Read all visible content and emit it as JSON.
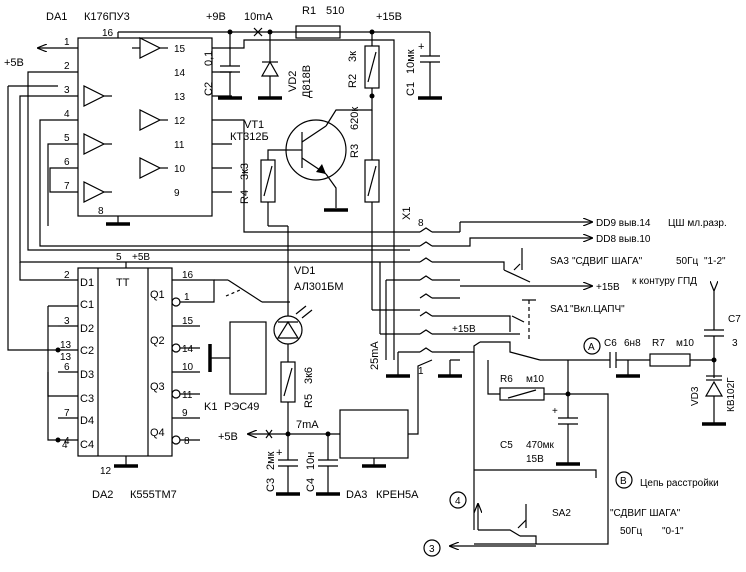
{
  "chips": {
    "da1": {
      "ref": "DA1",
      "type": "К176ПУ3",
      "pin16": "16",
      "pin8": "8",
      "left_pins": [
        "1",
        "2",
        "3",
        "4",
        "5",
        "6",
        "7"
      ],
      "right_pins": [
        "15",
        "14",
        "13",
        "12",
        "11",
        "10",
        "9"
      ]
    },
    "da2": {
      "ref": "DA2",
      "type": "К555ТМ7",
      "title": "TT",
      "pin5": "5",
      "pin5v": "+5В",
      "pin12": "12",
      "left_pins": [
        "2",
        "3",
        "13",
        "6",
        "7",
        "4"
      ],
      "left_labels": [
        "D1",
        "C1",
        "D2",
        "C2",
        "D3",
        "C3",
        "D4",
        "C4"
      ],
      "right_pins": [
        "16",
        "1",
        "15",
        "14",
        "10",
        "11",
        "9",
        "8"
      ],
      "right_labels": [
        "Q1",
        "Q2",
        "Q3",
        "Q4"
      ],
      "extra_pins": [
        "13",
        "4"
      ]
    },
    "da3": {
      "ref": "DA3",
      "type": "КРЕН5А"
    }
  },
  "components": {
    "r1": {
      "ref": "R1",
      "value": "510"
    },
    "r2": {
      "ref": "R2",
      "value": "3к"
    },
    "r3": {
      "ref": "R3",
      "value": "620к"
    },
    "r4": {
      "ref": "R4",
      "value": "3к3"
    },
    "r5": {
      "ref": "R5",
      "value": "3к6"
    },
    "r6": {
      "ref": "R6",
      "value": "м10"
    },
    "r7": {
      "ref": "R7",
      "value": "м10"
    },
    "c1": {
      "ref": "C1",
      "value": "10мк"
    },
    "c2": {
      "ref": "C2",
      "value": "0,1"
    },
    "c3": {
      "ref": "C3",
      "value": "2мк"
    },
    "c4": {
      "ref": "C4",
      "value": "10н"
    },
    "c5": {
      "ref": "C5",
      "value": "470мк",
      "volt": "15В"
    },
    "c6": {
      "ref": "C6",
      "value": "6н8"
    },
    "c7": {
      "ref": "C7",
      "value": "3"
    },
    "vd1": {
      "ref": "VD1",
      "value": "АЛ301БМ"
    },
    "vd2": {
      "ref": "VD2",
      "value": "Д818В"
    },
    "vd3": {
      "ref": "VD3",
      "value": "КВ102Г"
    },
    "vt1": {
      "ref": "VT1",
      "value": "КТ312Б"
    },
    "k1": {
      "ref": "K1",
      "value": "РЭС49"
    },
    "x1": {
      "ref": "X1",
      "pin8": "8",
      "pin1": "1"
    }
  },
  "labels": {
    "v9": "+9В",
    "i10": "10mA",
    "v15top": "+15В",
    "v5left": "+5В",
    "v15sa3": "+15В",
    "v15sa1": "+15В",
    "v5bottom": "+5В",
    "i7": "7mA",
    "i25": "25mA",
    "dd9": "DD9 выв.14",
    "dd9desc": "ЦШ мл.разр.",
    "dd8": "DD8 выв.10",
    "sa3": "SA3",
    "sa3name": "\"СДВИГ ШАГА\"",
    "sa3f": "50Гц",
    "sa3pos": "\"1-2\"",
    "sa1": "SA1",
    "sa1name": "\"Вкл.ЦАПЧ\"",
    "to_gpd": "к контуру ГПД",
    "node_a": "A",
    "node_b": "B",
    "b_desc": "Цепь расстройки",
    "sa2": "SA2",
    "sa2name": "\"СДВИГ ШАГА\"",
    "sa2f": "50Гц",
    "sa2pos": "\"0-1\"",
    "node4": "4",
    "node3": "3"
  }
}
